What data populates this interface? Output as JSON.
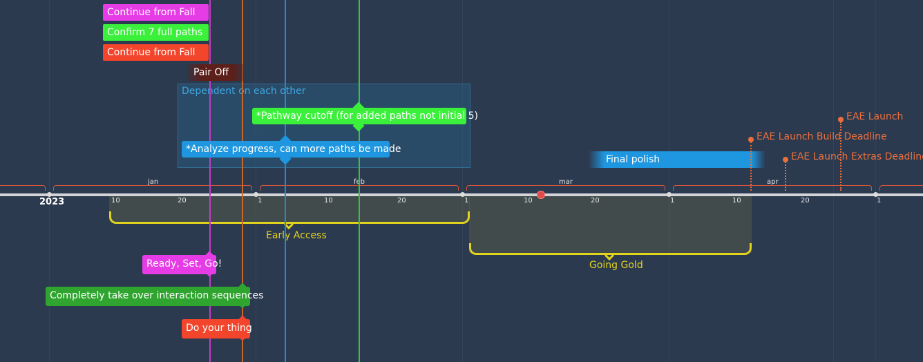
{
  "colors": {
    "background": "#2c3a4f",
    "magenta": "#e63ce6",
    "lime": "#3af03a",
    "red": "#f2452c",
    "dark_red": "#5c1f1a",
    "blue": "#1e97e0",
    "orange": "#ec6f3b",
    "yellow": "#e2d31c",
    "green": "#2fa52f"
  },
  "year_label": "2023",
  "months": [
    "jan",
    "feb",
    "mar",
    "apr"
  ],
  "day_ticks": [
    "10",
    "20",
    "1",
    "10",
    "20",
    "1",
    "10",
    "20",
    "1",
    "10",
    "20",
    "1"
  ],
  "top_bars": [
    {
      "label": "Continue from Fall"
    },
    {
      "label": "Confirm 7 full paths"
    },
    {
      "label": "Continue from Fall"
    },
    {
      "label": "Pair Off"
    }
  ],
  "group": {
    "title": "Dependent on each other",
    "items": [
      {
        "label": "*Pathway cutoff (for added paths not initial 5)"
      },
      {
        "label": "*Analyze progress, can more paths be made"
      }
    ]
  },
  "final_polish": {
    "label": "Final polish"
  },
  "events": [
    {
      "label": "EAE Launch"
    },
    {
      "label": "EAE Launch Build Deadline"
    },
    {
      "label": "EAE Launch Extras Deadline"
    }
  ],
  "ranges": [
    {
      "label": "Early Access"
    },
    {
      "label": "Going Gold"
    }
  ],
  "milestones": [
    {
      "label": "Ready, Set, Go!"
    },
    {
      "label": "Completely take over interaction sequences"
    },
    {
      "label": "Do your thing"
    }
  ]
}
